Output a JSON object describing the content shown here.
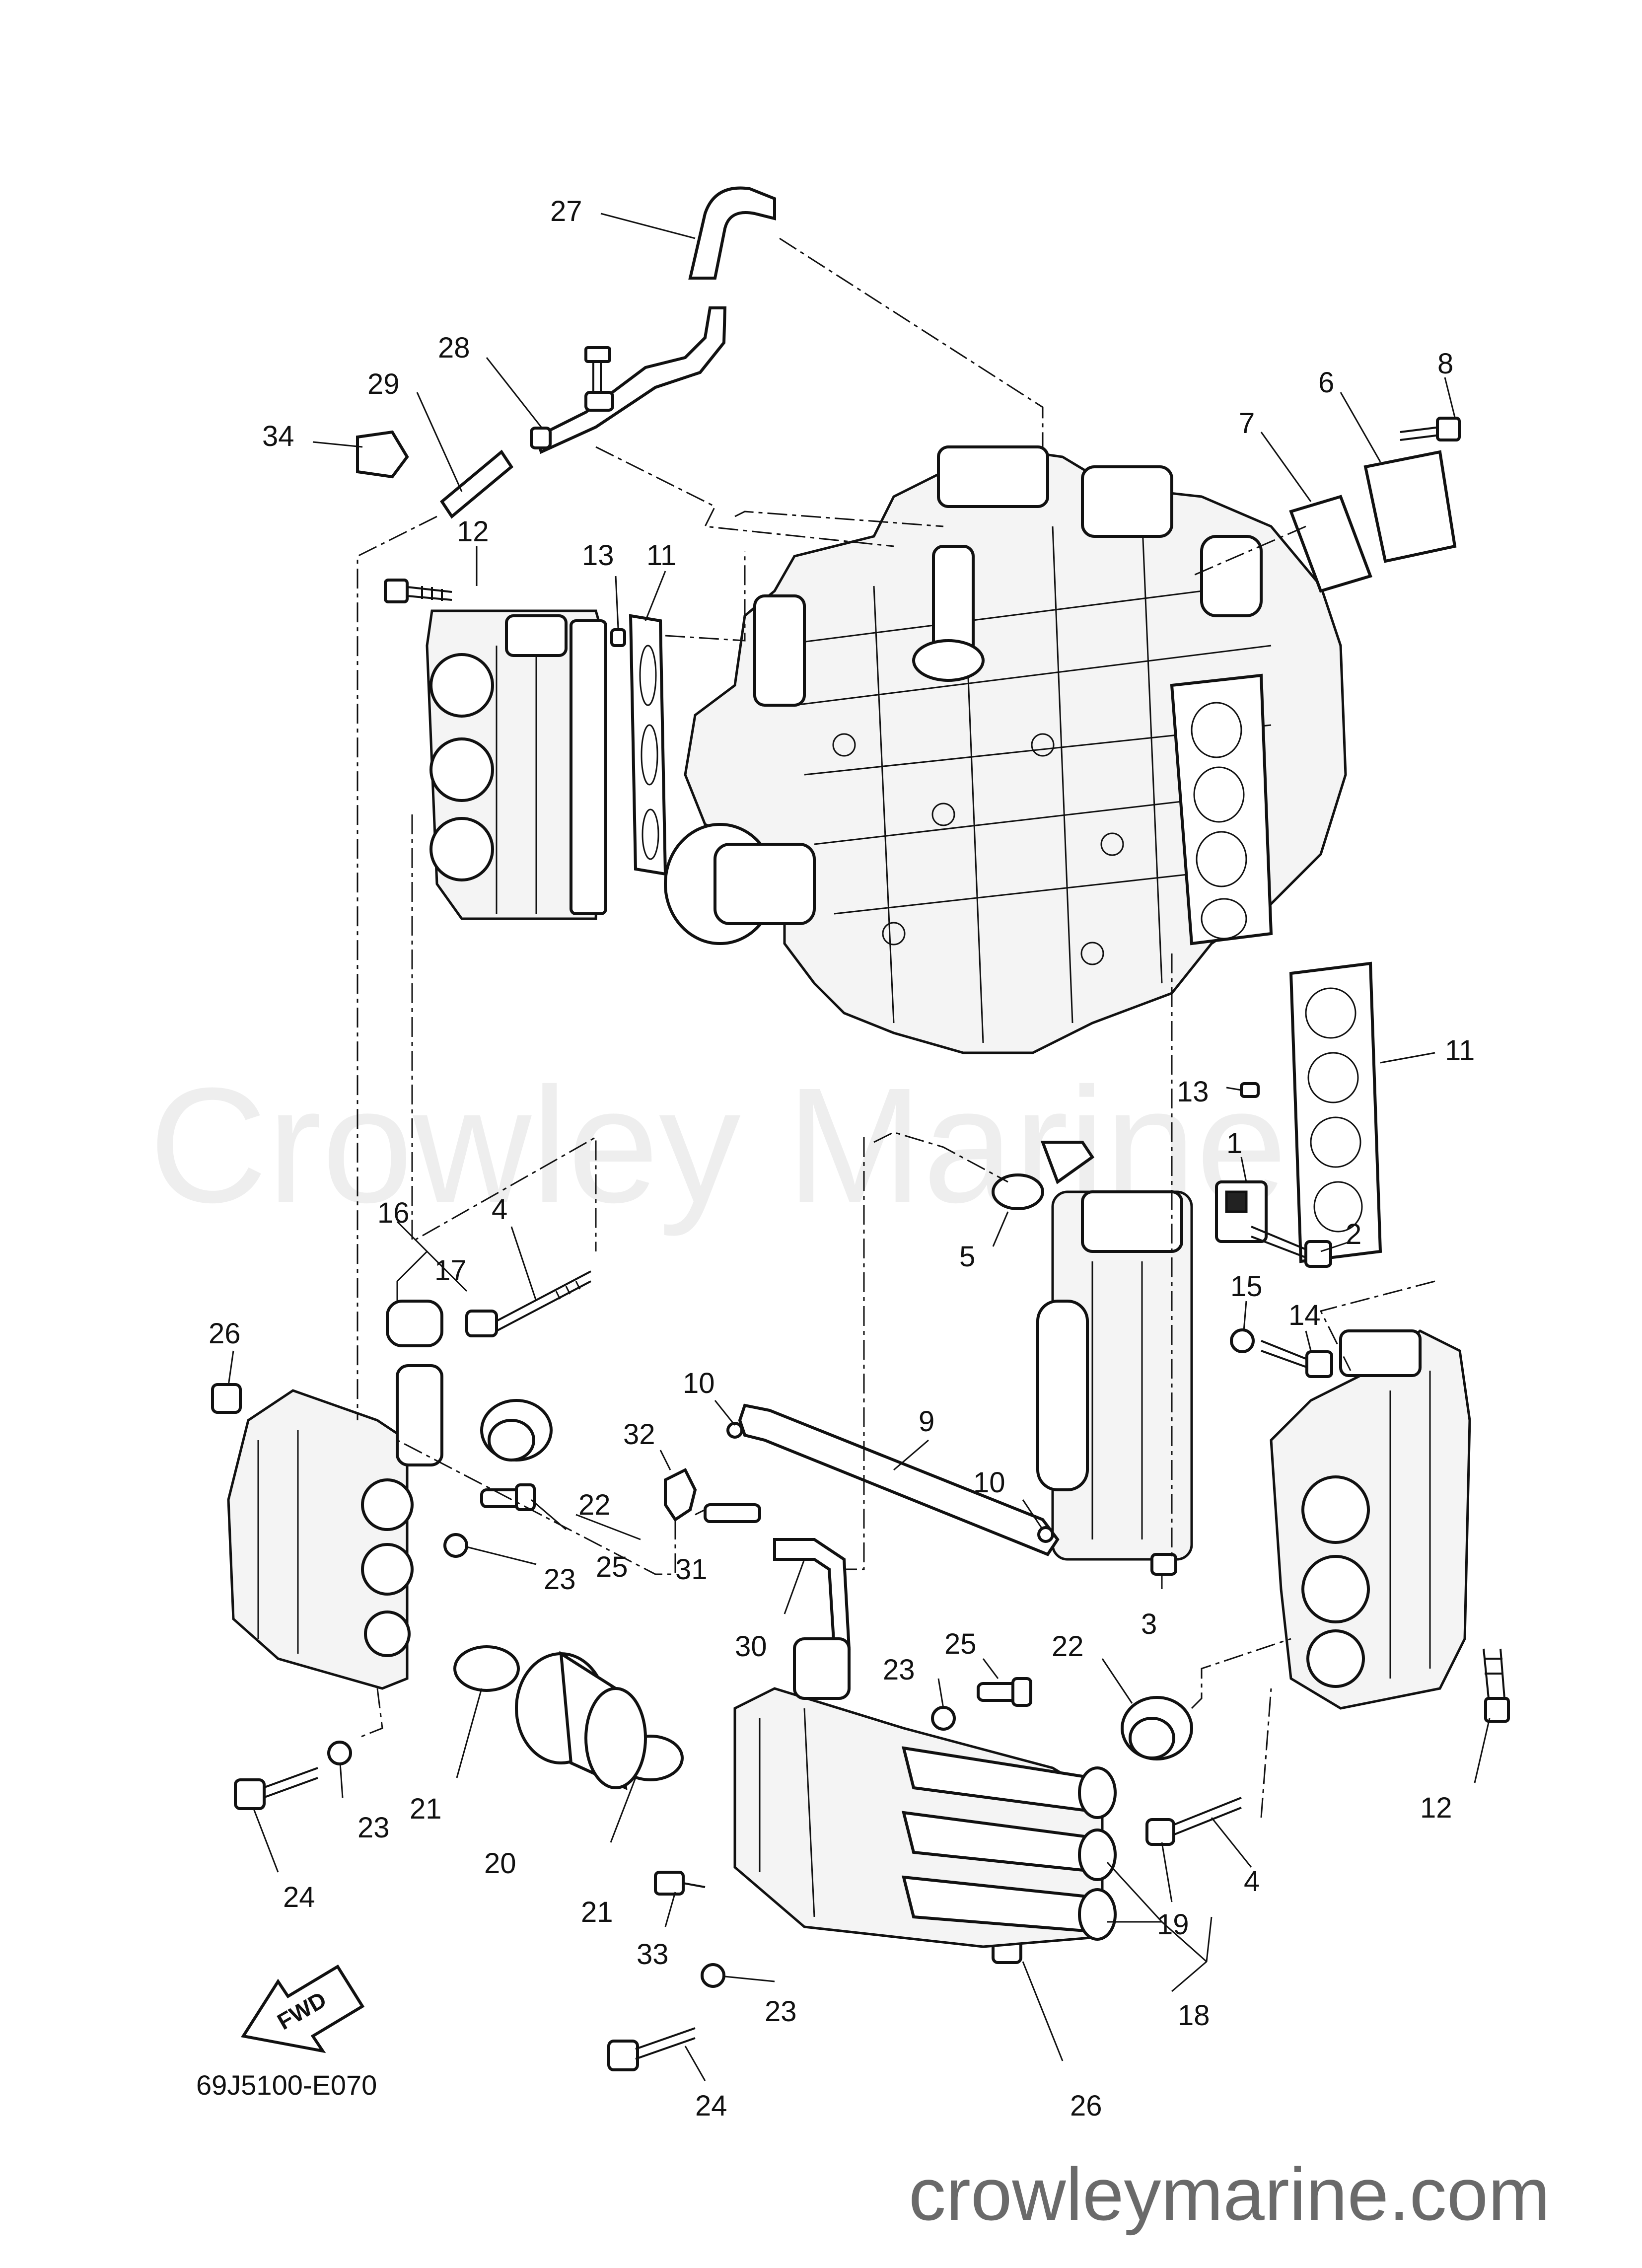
{
  "watermark": "Crowley Marine",
  "website": "crowleymarine.com",
  "drawing_code": "69J5100-E070",
  "fwd_label": "FWD",
  "callouts": [
    {
      "id": "c27a",
      "text": "27"
    },
    {
      "id": "c8",
      "text": "8"
    },
    {
      "id": "c6",
      "text": "6"
    },
    {
      "id": "c7",
      "text": "7"
    },
    {
      "id": "c28",
      "text": "28"
    },
    {
      "id": "c29",
      "text": "29"
    },
    {
      "id": "c34",
      "text": "34"
    },
    {
      "id": "c12a",
      "text": "12"
    },
    {
      "id": "c13a",
      "text": "13"
    },
    {
      "id": "c11a",
      "text": "11"
    },
    {
      "id": "c13b",
      "text": "13"
    },
    {
      "id": "c11b",
      "text": "11"
    },
    {
      "id": "c1",
      "text": "1"
    },
    {
      "id": "c4a",
      "text": "4"
    },
    {
      "id": "c5",
      "text": "5"
    },
    {
      "id": "c2",
      "text": "2"
    },
    {
      "id": "c16",
      "text": "16"
    },
    {
      "id": "c17",
      "text": "17"
    },
    {
      "id": "c26a",
      "text": "26"
    },
    {
      "id": "c15",
      "text": "15"
    },
    {
      "id": "c14",
      "text": "14"
    },
    {
      "id": "c10a",
      "text": "10"
    },
    {
      "id": "c32",
      "text": "32"
    },
    {
      "id": "c9",
      "text": "9"
    },
    {
      "id": "c10b",
      "text": "10"
    },
    {
      "id": "c22a",
      "text": "22"
    },
    {
      "id": "c25a",
      "text": "25"
    },
    {
      "id": "c31",
      "text": "31"
    },
    {
      "id": "c23a",
      "text": "23"
    },
    {
      "id": "c3",
      "text": "3"
    },
    {
      "id": "c30",
      "text": "30"
    },
    {
      "id": "c25b",
      "text": "25"
    },
    {
      "id": "c23b",
      "text": "23"
    },
    {
      "id": "c22b",
      "text": "22"
    },
    {
      "id": "c12b",
      "text": "12"
    },
    {
      "id": "c21a",
      "text": "21"
    },
    {
      "id": "c23c",
      "text": "23"
    },
    {
      "id": "c20",
      "text": "20"
    },
    {
      "id": "c21b",
      "text": "21"
    },
    {
      "id": "c24a",
      "text": "24"
    },
    {
      "id": "c4b",
      "text": "4"
    },
    {
      "id": "c19",
      "text": "19"
    },
    {
      "id": "c33",
      "text": "33"
    },
    {
      "id": "c18",
      "text": "18"
    },
    {
      "id": "c23d",
      "text": "23"
    },
    {
      "id": "c24b",
      "text": "24"
    },
    {
      "id": "c26b",
      "text": "26"
    }
  ]
}
